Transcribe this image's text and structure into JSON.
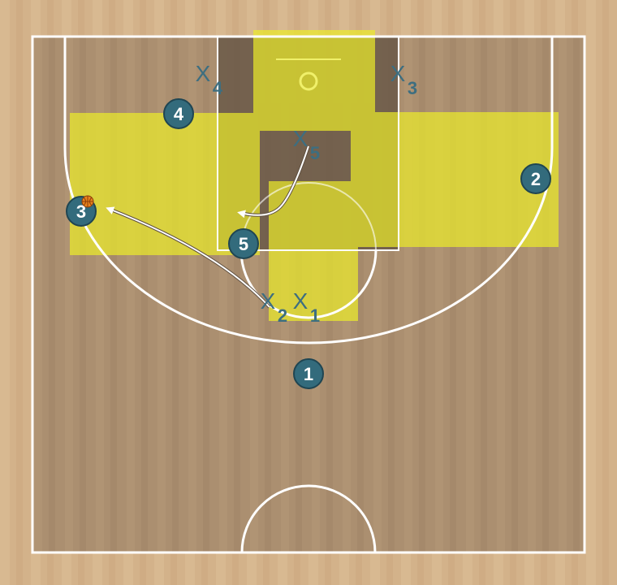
{
  "colors": {
    "outer_wood": "#d5b58d",
    "court_wood": "#ab8f70",
    "paint_dark": "#6b5a48",
    "lines": "#ffffff",
    "zone_yellow": "#ecec2a",
    "offense_fill": "#336b7c",
    "defense_text": "#3d6e80",
    "ball": "#e8821e"
  },
  "offense": [
    {
      "number": "1"
    },
    {
      "number": "2"
    },
    {
      "number": "3"
    },
    {
      "number": "4"
    },
    {
      "number": "5"
    }
  ],
  "defense": [
    {
      "letter": "X",
      "number": "1"
    },
    {
      "letter": "X",
      "number": "2"
    },
    {
      "letter": "X",
      "number": "3"
    },
    {
      "letter": "X",
      "number": "4"
    },
    {
      "letter": "X",
      "number": "5"
    }
  ],
  "ball_holder": "3",
  "movements": [
    {
      "from": "X2",
      "to": "3",
      "type": "cut"
    },
    {
      "from": "X5",
      "to": "5",
      "type": "cut"
    }
  ]
}
